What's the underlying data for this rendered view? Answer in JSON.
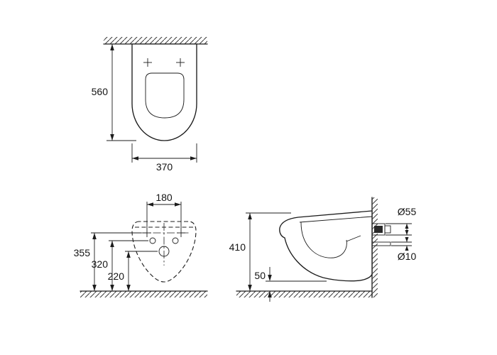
{
  "background": "#ffffff",
  "ink_color": "#1c1c1c",
  "views": {
    "top_view": {
      "depth_mm": "560",
      "width_mm": "370"
    },
    "rear_view": {
      "fixing_hole_spacing_mm": "180",
      "fixing_height_mm": "355",
      "inlet_height_mm": "320",
      "outlet_height_mm": "220"
    },
    "side_view": {
      "rim_height_mm": "410",
      "floor_clearance_mm": "50",
      "outlet_diameter": "Ø55",
      "inlet_diameter": "Ø10"
    }
  }
}
